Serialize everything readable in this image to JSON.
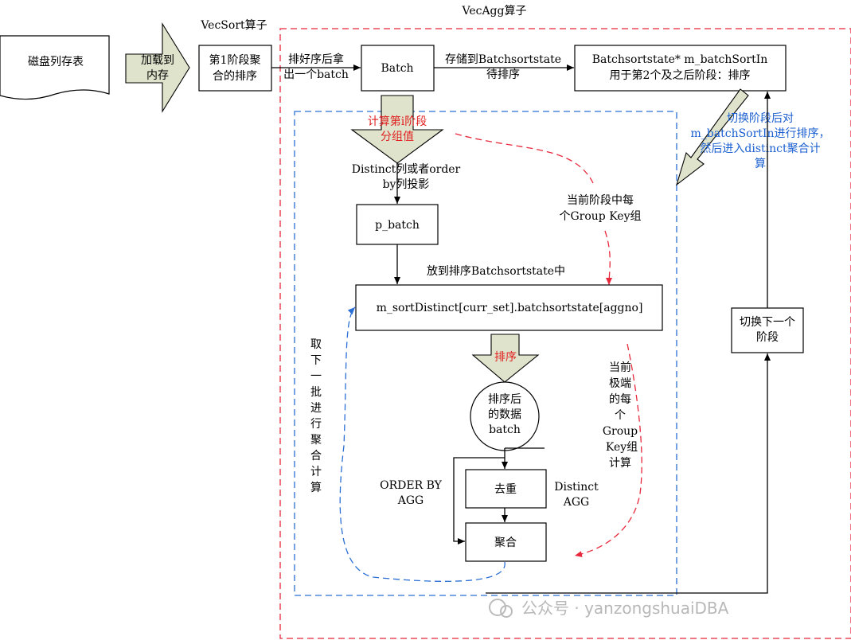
{
  "labels": {
    "disk_table": "磁盘列存表",
    "load_line1": "加载到",
    "load_line2": "内存",
    "vecsort_title": "VecSort算子",
    "vecagg_title": "VecAgg算子",
    "stage1_line1": "第1阶段聚",
    "stage1_line2": "合的排序",
    "after_sort_line1": "排好序后拿",
    "after_sort_line2": "出一个batch",
    "batch": "Batch",
    "store_line1": "存储到Batchsortstate",
    "store_line2": "待排序",
    "bss_line1": "Batchsortstate* m_batchSortIn",
    "bss_line2": "用于第2个及之后阶段：排序",
    "switch_sort_line1": "切换阶段后对",
    "switch_sort_line2": "m_batchSortIn进行排序，",
    "switch_sort_line3": "然后进入distinct聚合计",
    "switch_sort_line4": "算",
    "compute_group_line1": "计算第i阶段",
    "compute_group_line2": "分组值",
    "projection_line1": "Distinct列或者order",
    "projection_line2": "by列投影",
    "group_key_line1": "当前阶段中每",
    "group_key_line2": "个Group Key组",
    "p_batch": "p_batch",
    "put_into_sort": "放到排序Batchsortstate中",
    "sort_distinct": "m_sortDistinct[curr_set].batchsortstate[aggno]",
    "sort": "排序",
    "sorted_line1": "排序后",
    "sorted_line2": "的数据",
    "sorted_line3": "batch",
    "order_by_agg_line1": "ORDER BY",
    "order_by_agg_line2": "AGG",
    "dedup": "去重",
    "distinct_agg_line1": "Distinct",
    "distinct_agg_line2": "AGG",
    "aggregate": "聚合",
    "next_batch_chars": [
      "取",
      "下",
      "一",
      "批",
      "进",
      "行",
      "聚",
      "合",
      "计",
      "算"
    ],
    "extreme_chars": [
      "当前",
      "极端",
      "的每",
      "个",
      "Group",
      "Key组",
      "计算"
    ],
    "switch_next_line1": "切换下一个",
    "switch_next_line2": "阶段",
    "watermark": "公众号 · yanzongshuaiDBA"
  },
  "colors": {
    "red_region": "#e8283c",
    "blue_region": "#2b6fd6",
    "block_arrow_fill": "#dfe3cc"
  }
}
